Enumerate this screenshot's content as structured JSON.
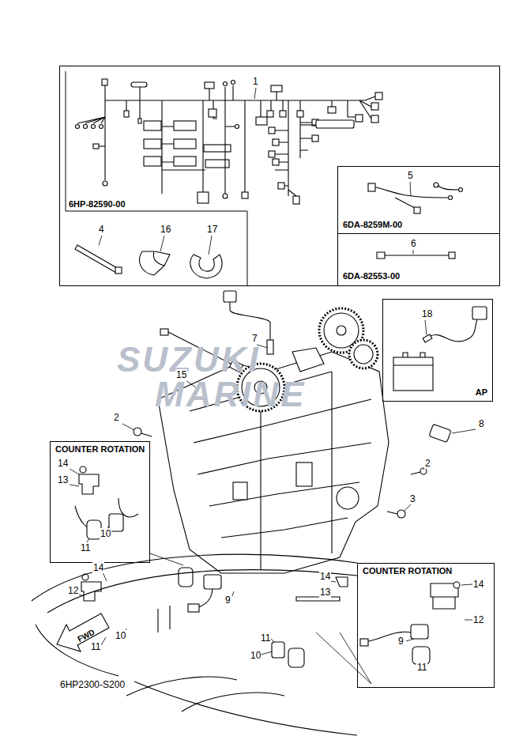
{
  "diagram": {
    "nodes": [
      {
        "text": [
          "6HP-82590-00"
        ]
      },
      {
        "text": [
          "6DA-8259M-00"
        ],
        "in": 0
      },
      {
        "text": [
          "6DA-82553-00"
        ],
        "in": 0
      },
      {
        "text": [
          "AP"
        ]
      },
      {
        "text": [
          "COUNTER ROTATION"
        ]
      },
      {
        "text": [
          "COUNTER ROTATION"
        ]
      }
    ],
    "labels": [
      "1",
      "4",
      "16",
      "17",
      "5",
      "6",
      "7",
      "15",
      "18",
      "2",
      "8",
      "2",
      "3",
      "14",
      "13",
      "11",
      "10",
      "14",
      "12",
      "11",
      "10",
      "9",
      "14",
      "13",
      "10",
      "11",
      "14",
      "12",
      "9",
      "11",
      "FWD",
      "6HP2300-S200",
      "SUZUKI",
      "MARINE"
    ]
  }
}
